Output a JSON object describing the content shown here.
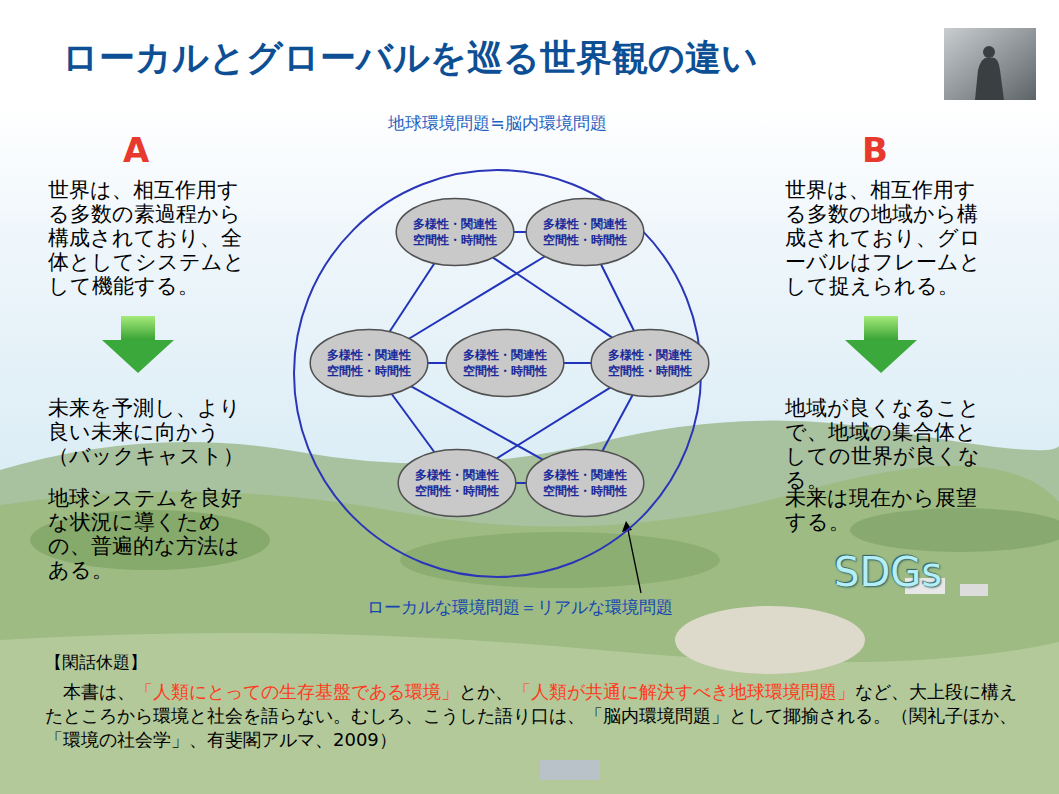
{
  "diagram": {
    "title": "ローカルとグローバルを巡る世界観の違い",
    "nodes": [
      {
        "text": [
          "地球環境問題≒脳内環境問題"
        ]
      },
      {
        "text": [
          "多様性・関連性 空間性・時間性"
        ],
        "in": 0
      },
      {
        "text": [
          "多様性・関連性 空間性・時間性"
        ],
        "in": 0
      },
      {
        "text": [
          "多様性・関連性 空間性・時間性"
        ],
        "in": 0
      },
      {
        "text": [
          "多様性・関連性 空間性・時間性"
        ],
        "in": 0
      },
      {
        "text": [
          "多様性・関連性 空間性・時間性"
        ],
        "in": 0
      },
      {
        "text": [
          "多様性・関連性 空間性・時間性"
        ],
        "in": 0
      },
      {
        "text": [
          "多様性・関連性 空間性・時間性"
        ],
        "in": 0
      }
    ],
    "edges": [
      {
        "from": 1,
        "to": 2,
        "arrow": "none"
      },
      {
        "from": 1,
        "to": 3,
        "arrow": "none"
      },
      {
        "from": 2,
        "to": 5,
        "arrow": "none"
      },
      {
        "from": 1,
        "to": 5,
        "arrow": "none"
      },
      {
        "from": 2,
        "to": 3,
        "arrow": "none"
      },
      {
        "from": 3,
        "to": 4,
        "arrow": "none"
      },
      {
        "from": 4,
        "to": 5,
        "arrow": "none"
      },
      {
        "from": 3,
        "to": 6,
        "arrow": "none"
      },
      {
        "from": 5,
        "to": 7,
        "arrow": "none"
      },
      {
        "from": 3,
        "to": 7,
        "arrow": "none"
      },
      {
        "from": 5,
        "to": 6,
        "arrow": "none"
      },
      {
        "from": 6,
        "to": 7,
        "arrow": "none"
      }
    ],
    "labels": [
      "A",
      "世界は、相互作用する多数の素過程から構成されており、全体としてシステムとして機能する。",
      "未来を予測し、より良い未来に向かう（バックキャスト）",
      "地球システムを良好な状況に導くための、普遍的な方法はある。",
      "B",
      "世界は、相互作用する多数の地域から構成されており、グローバルはフレームとして捉えられる。",
      "地域が良くなることで、地域の集合体としての世界が良くなる。",
      "未来は現在から展望する。",
      "SDGs",
      "ローカルな環境問題＝リアルな環境問題",
      "【閑話休題】",
      "本書は、",
      "「人類にとっての生存基盤である環境」",
      "とか、",
      "「人類が共通に解決すべき地球環境問題」",
      "など、大上段に構えたところから環境と社会を語らない。むしろ、こうした語り口は、「脳内環境問題」として揶揄される。（関礼子ほか、「環境の社会学」、有斐閣アルマ、2009）"
    ]
  }
}
